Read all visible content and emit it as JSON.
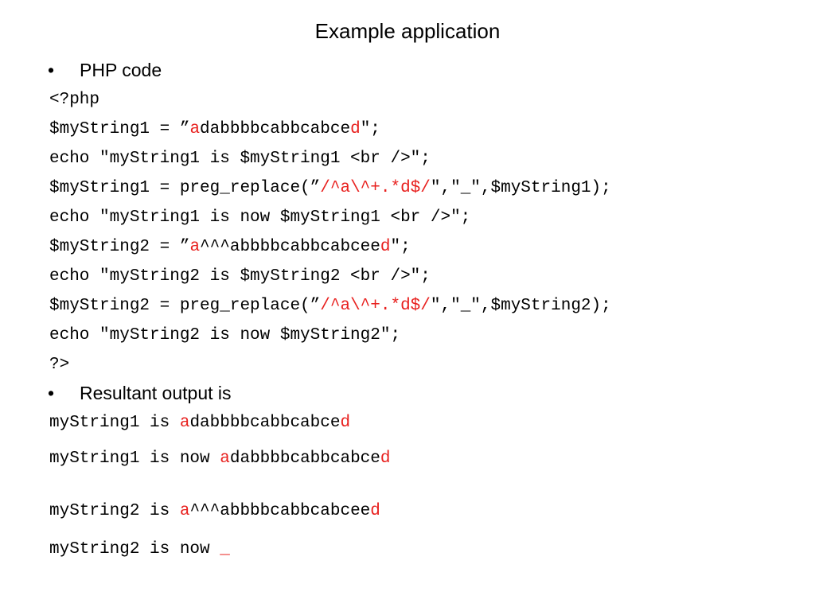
{
  "slide": {
    "title": "Example application",
    "bullet_dot": "•",
    "bullets": {
      "php_code": "PHP code",
      "resultant_output": "Resultant output is"
    },
    "code_lines": {
      "l1": "<?php",
      "l2_pre": "$myString1 = ”",
      "l2_red1": "a",
      "l2_mid": "dabbbbcabbcabce",
      "l2_red2": "d",
      "l2_post": "\";",
      "l3": "echo \"myString1 is $myString1 <br />\";",
      "l4_pre": "$myString1 = preg_replace(”",
      "l4_red": "/^a\\^+.*d$/",
      "l4_post": "\",\"_\",$myString1);",
      "l5": "echo \"myString1 is now $myString1 <br />\";",
      "l6_pre": "$myString2 = ”",
      "l6_red1": "a",
      "l6_mid": "^^^abbbbcabbcabcee",
      "l6_red2": "d",
      "l6_post": "\";",
      "l7": "echo \"myString2 is $myString2 <br />\";",
      "l8_pre": "$myString2 = preg_replace(”",
      "l8_red": "/^a\\^+.*d$/",
      "l8_post": "\",\"_\",$myString2);",
      "l9": "echo \"myString2 is now $myString2\";",
      "l10": "?>"
    },
    "output_lines": {
      "o1_pre": "myString1 is ",
      "o1_red1": "a",
      "o1_mid": "dabbbbcabbcabce",
      "o1_red2": "d",
      "o2_pre": "myString1 is now ",
      "o2_red1": "a",
      "o2_mid": "dabbbbcabbcabce",
      "o2_red2": "d",
      "o3_pre": "myString2 is ",
      "o3_red1": "a",
      "o3_mid": "^^^abbbbcabbcabcee",
      "o3_red2": "d",
      "o4_pre": "myString2 is now ",
      "o4_red": "_"
    },
    "colors": {
      "highlight": "#e8201e",
      "text": "#000000",
      "background": "#ffffff"
    }
  }
}
